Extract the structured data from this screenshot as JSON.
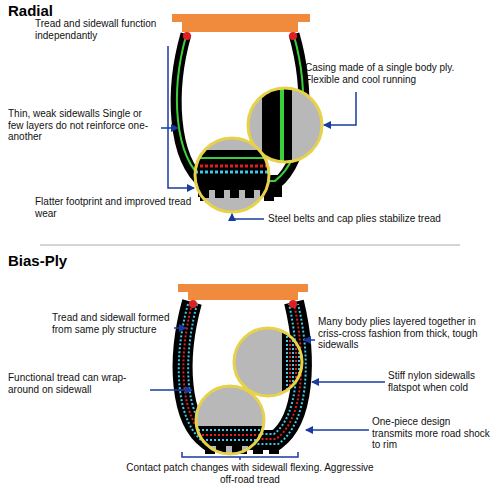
{
  "diagram": {
    "labels": [
      "Radial",
      "Tread and sidewall function independantly",
      "Casing made of a single body ply. Flexible and cool running",
      "Thin, weak sidewalls Single or few layers do not reinforce one-another",
      "Flatter footprint and improved tread wear",
      "Steel belts and cap plies stabilize tread",
      "Bias-Ply",
      "Tread and sidewall formed from same ply structure",
      "Many body plies layered together in criss-cross fashion from thick, tough sidewalls",
      "Functional tread can wrap-around on sidewall",
      "Stiff nylon sidewalls flatspot when cold",
      "One-piece design transmits more road shock to rim",
      "Contact patch changes with sidewall flexing. Aggressive off-road tread"
    ]
  }
}
